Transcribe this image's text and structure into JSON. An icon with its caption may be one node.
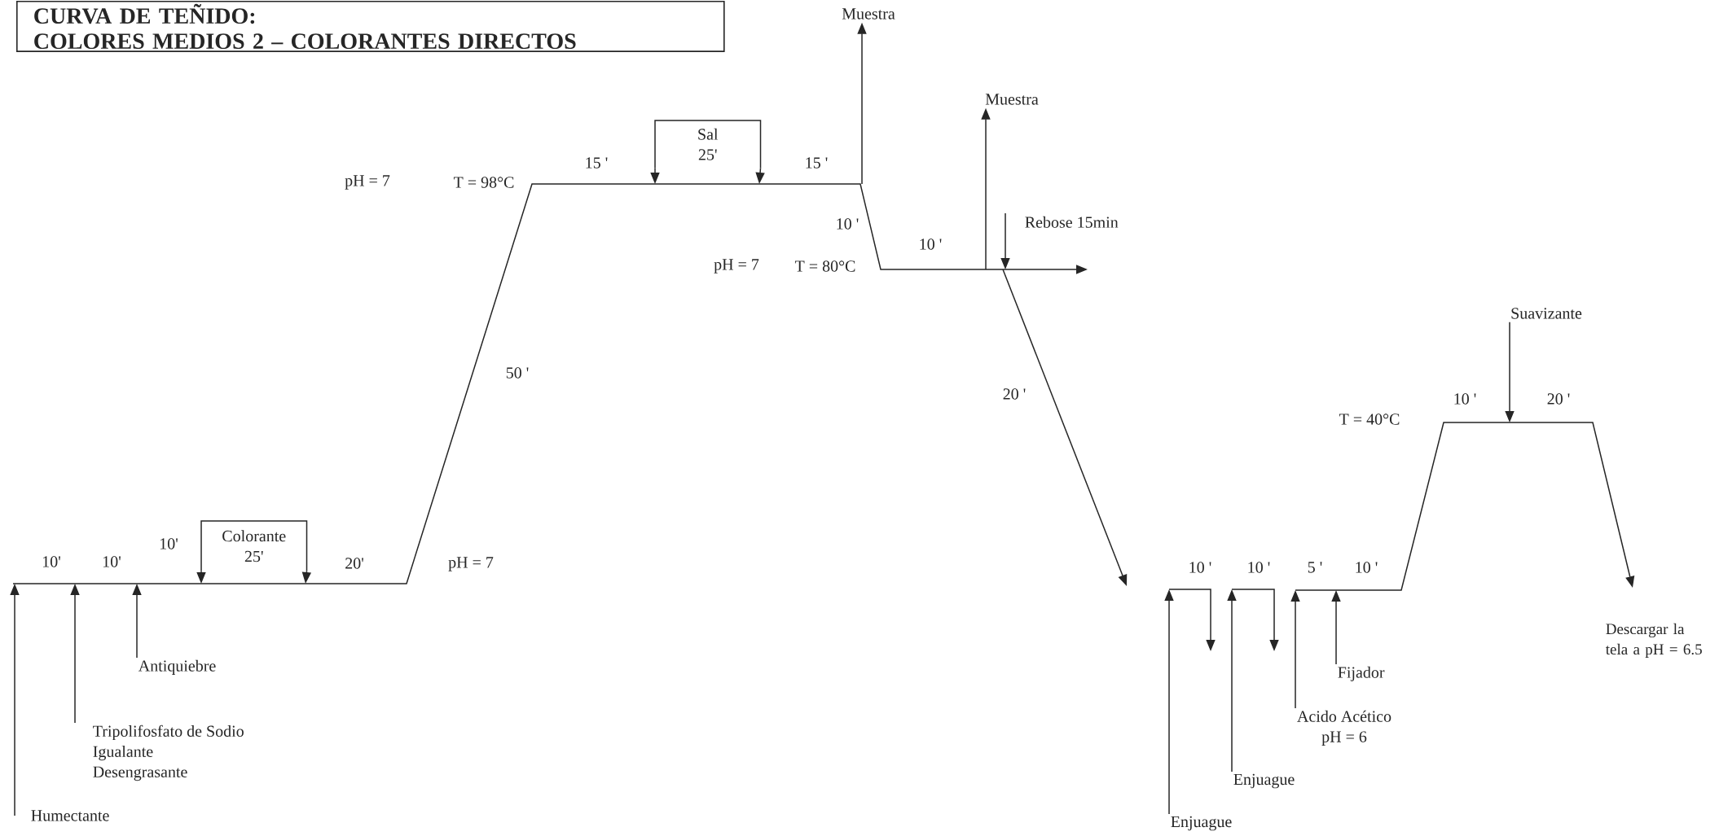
{
  "diagram": {
    "nodes": [
      {
        "text": [
          "CURVA DE TEÑIDO:",
          "COLORES MEDIOS 2 – COLORANTES DIRECTOS"
        ]
      },
      {
        "text": [
          "Muestra"
        ]
      },
      {
        "text": [
          "Sal",
          "25'"
        ]
      },
      {
        "text": [
          "Muestra"
        ]
      },
      {
        "text": [
          "Rebose 15min"
        ]
      },
      {
        "text": [
          "Suavizante"
        ]
      },
      {
        "text": [
          "Colorante",
          "25'"
        ]
      },
      {
        "text": [
          "Antiquiebre"
        ]
      },
      {
        "text": [
          "Fijador"
        ]
      },
      {
        "text": [
          "Acido Acético",
          "pH = 6"
        ]
      },
      {
        "text": [
          "Tripolifosfato de Sodio",
          "Igualante",
          "Desengrasante"
        ]
      },
      {
        "text": [
          "Enjuague"
        ]
      },
      {
        "text": [
          "Humectante"
        ]
      },
      {
        "text": [
          "Enjuague"
        ]
      }
    ],
    "edges": [
      {
        "from": null,
        "to": 1,
        "arrow": "to"
      },
      {
        "from": 2,
        "to": null,
        "arrow": "to"
      },
      {
        "from": 2,
        "to": null,
        "arrow": "to"
      },
      {
        "from": null,
        "to": 3,
        "arrow": "to"
      },
      {
        "from": 4,
        "to": null,
        "arrow": "to"
      },
      {
        "from": 5,
        "to": null,
        "arrow": "to"
      },
      {
        "from": 6,
        "to": null,
        "arrow": "to"
      },
      {
        "from": 6,
        "to": null,
        "arrow": "to"
      },
      {
        "from": 7,
        "to": null,
        "arrow": "to"
      },
      {
        "from": 8,
        "to": null,
        "arrow": "to"
      },
      {
        "from": 9,
        "to": null,
        "arrow": "to"
      },
      {
        "from": 10,
        "to": null,
        "arrow": "to"
      },
      {
        "from": 11,
        "to": null,
        "arrow": "to"
      },
      {
        "from": 12,
        "to": null,
        "arrow": "to"
      },
      {
        "from": 13,
        "to": null,
        "arrow": "to"
      }
    ],
    "labels": [
      "pH = 7",
      "T = 98°C",
      "15 '",
      "15 '",
      "10 '",
      "10 '",
      "pH = 7",
      "T = 80°C",
      "50 '",
      "20 '",
      "10 '",
      "20 '",
      "T = 40°C",
      "10'",
      "10'",
      "10'",
      "20'",
      "pH = 7",
      "10 '",
      "10 '",
      "5 '",
      "10 '",
      "Descargar la tela a pH = 6.5"
    ]
  }
}
